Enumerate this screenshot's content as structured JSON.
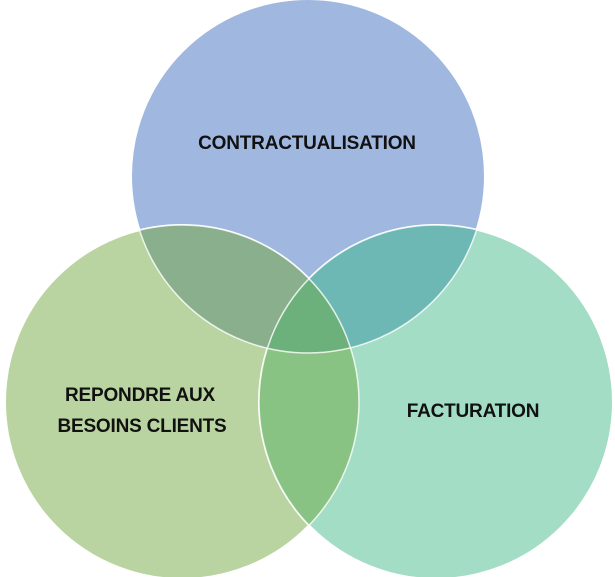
{
  "diagram": {
    "type": "venn-3",
    "sets": [
      {
        "label": "CONTRACTUALISATION",
        "color": "#A0B8E0"
      },
      {
        "label_lines": [
          "REPONDRE AUX",
          "BESOINS CLIENTS"
        ],
        "color": "#B9D4A1"
      },
      {
        "label": "FACTURATION",
        "color": "#A3DDC6"
      }
    ],
    "overlap_colors": {
      "top_left": "#8AAF8C",
      "top_right": "#6DB7B4",
      "left_right": "#89C383",
      "center": "#6CB07B"
    }
  }
}
